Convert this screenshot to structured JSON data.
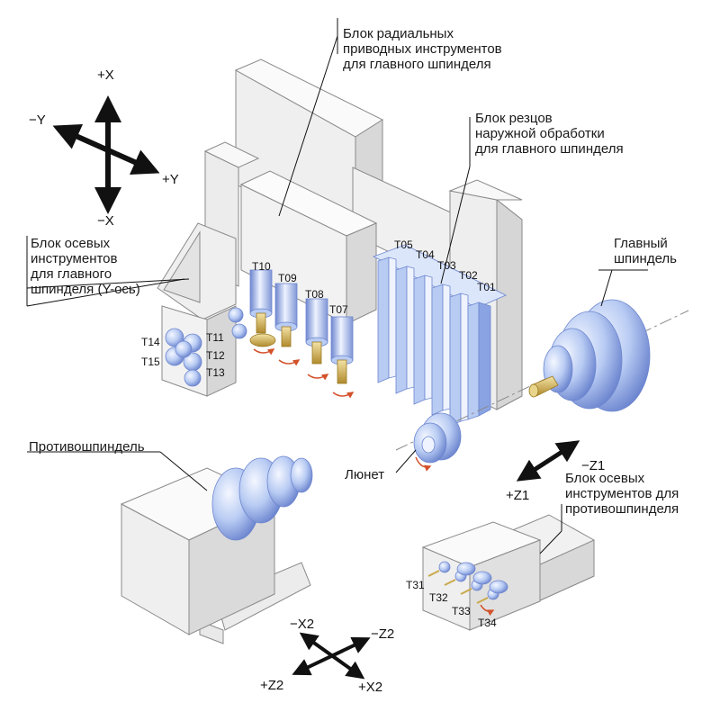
{
  "labels": {
    "radial_block": "Блок радиальных\nприводных инструментов\nдля главного шпинделя",
    "outer_block": "Блок резцов\nнаружной обработки\nдля главного шпинделя",
    "axial_block": "Блок осевых\nинструментов\nдля главного\nшпинделя (Y-ось)",
    "main_spindle": "Главный\nшпиндель",
    "sub_spindle": "Противошпиндель",
    "steady_rest": "Люнет",
    "sub_axial_block": "Блок осевых\nинструментов для\nпротивошпинделя"
  },
  "tools": {
    "T01": "T01",
    "T02": "T02",
    "T03": "T03",
    "T04": "T04",
    "T05": "T05",
    "T07": "T07",
    "T08": "T08",
    "T09": "T09",
    "T10": "T10",
    "T11": "T11",
    "T12": "T12",
    "T13": "T13",
    "T14": "T14",
    "T15": "T15",
    "T31": "T31",
    "T32": "T32",
    "T33": "T33",
    "T34": "T34"
  },
  "axes": {
    "plus_x": "+X",
    "minus_x": "−X",
    "minus_y": "−Y",
    "plus_y": "+Y",
    "minus_z1": "−Z1",
    "plus_z1": "+Z1",
    "minus_x2": "−X2",
    "minus_z2": "−Z2",
    "plus_z2": "+Z2",
    "plus_x2": "+X2"
  },
  "colors": {
    "body_light": "#f3f3f3",
    "body_mid": "#e2e2e2",
    "body_dark": "#c9c9c9",
    "outline": "#8a8a8a",
    "blue_light": "#dbe6fb",
    "blue_mid": "#a9bff0",
    "blue_dark": "#6d86cf",
    "brass": "#c9a94a",
    "arrow_red": "#d3512a"
  }
}
